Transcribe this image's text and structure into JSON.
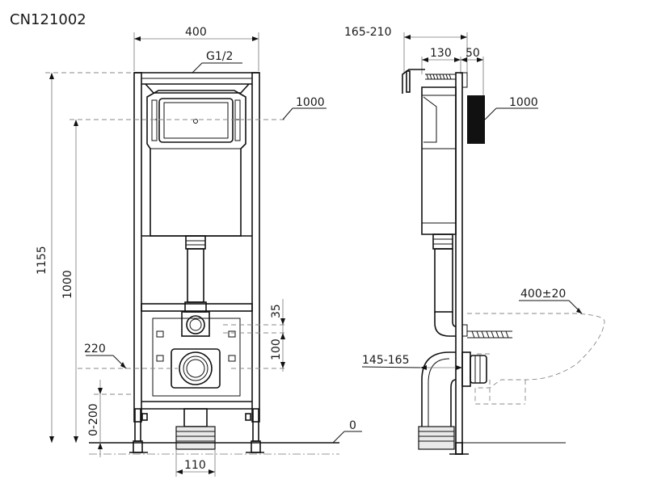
{
  "title": "CN121002",
  "front_view": {
    "width_label": "400",
    "inlet_label": "G1/2",
    "total_height_label": "1155",
    "button_height_label": "1000",
    "button_height_label_right": "1000",
    "inlet_offset_label": "35",
    "drain_spacing_label": "100",
    "drain_height_label": "220",
    "leg_adjust_label": "0-200",
    "outlet_width_label": "110",
    "floor_label": "0"
  },
  "side_view": {
    "depth_label": "165-210",
    "depth_label_130": "130",
    "depth_label_50": "50",
    "button_height_label": "1000",
    "bowl_label": "400±20",
    "pipe_length_label": "145-165"
  }
}
